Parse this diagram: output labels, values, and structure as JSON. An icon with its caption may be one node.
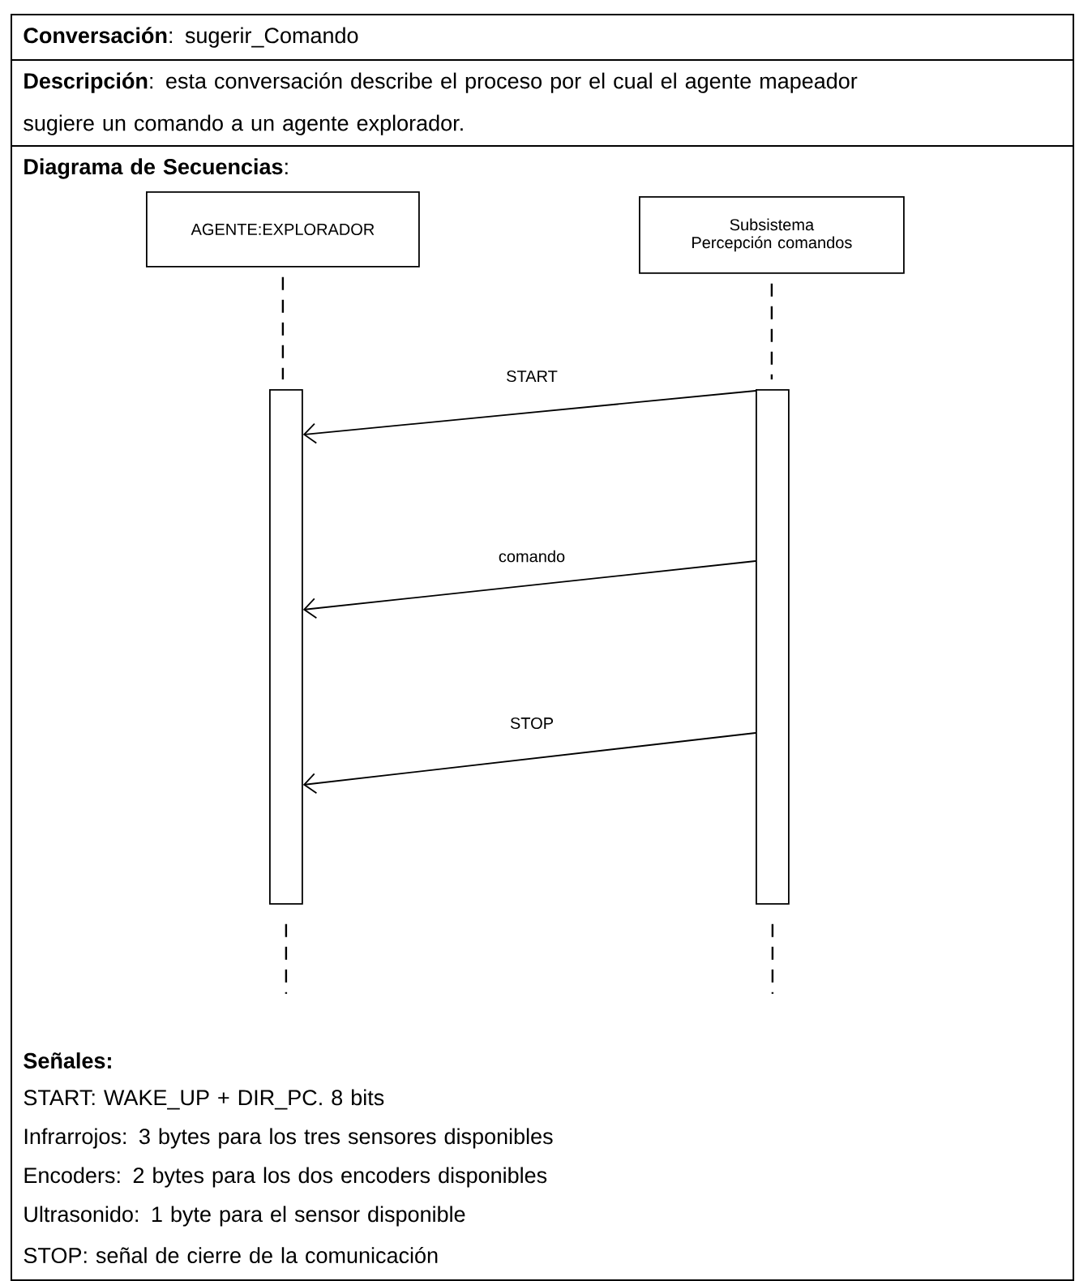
{
  "diagram": {
    "nodes": [
      {
        "text": [
          "AGENTE:EXPLORADOR"
        ]
      },
      {
        "text": [
          "Subsistema Percepción comandos"
        ]
      },
      {
        "text": [],
        "shape": "bar"
      },
      {
        "text": [],
        "shape": "bar"
      }
    ],
    "edges": [
      {
        "from": 0,
        "to": 2,
        "arrow": "none",
        "style": "dashed"
      },
      {
        "from": 1,
        "to": 3,
        "arrow": "none",
        "style": "dashed"
      },
      {
        "from": 3,
        "to": 2,
        "arrow": "to",
        "label": "START"
      },
      {
        "from": 3,
        "to": 2,
        "arrow": "to",
        "label": "comando"
      },
      {
        "from": 3,
        "to": 2,
        "arrow": "to",
        "label": "STOP"
      }
    ],
    "labels": [
      "**Conversación**: sugerir_Comando",
      "**Descripción**: esta conversación describe el proceso por el cual el agente mapeador sugiere un comando a un agente explorador.",
      "**Diagrama de Secuencias**:",
      "Señales:",
      "START: WAKE_UP + DIR_PC. 8 bits",
      "Infrarrojos: 3 bytes para los tres sensores disponibles",
      "Encoders: 2 bytes para los dos encoders disponibles",
      "Ultrasonido: 1 byte para el sensor disponible",
      "STOP: señal de cierre de la comunicación"
    ]
  }
}
